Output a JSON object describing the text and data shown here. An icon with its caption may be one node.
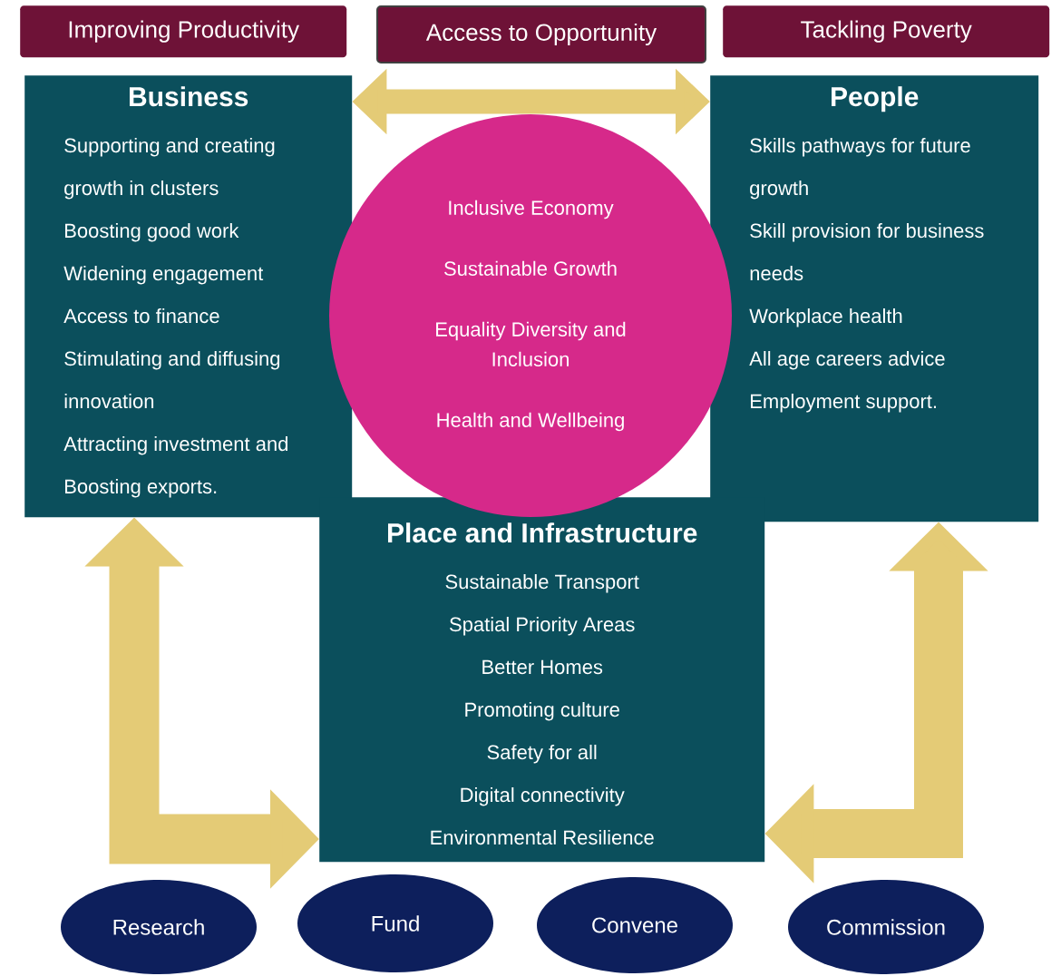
{
  "diagram": {
    "nodes": [
      {
        "text": [
          "Improving Productivity"
        ]
      },
      {
        "text": [
          "Access to Opportunity"
        ]
      },
      {
        "text": [
          "Tackling Poverty"
        ]
      },
      {
        "text": [
          "Business",
          "Supporting and creating growth in clusters",
          "Boosting good work",
          "Widening engagement",
          "Access to finance",
          "Stimulating and diffusing innovation",
          "Attracting investment and Boosting exports."
        ]
      },
      {
        "text": [
          "People",
          "Skills pathways for future growth",
          "Skill provision for business needs",
          "Workplace health",
          "All age careers advice",
          "Employment support."
        ]
      },
      {
        "text": [
          "Inclusive Economy",
          "Sustainable Growth",
          "Equality Diversity and Inclusion",
          "Health and Wellbeing"
        ]
      },
      {
        "text": [
          "Place and Infrastructure",
          "Sustainable Transport",
          "Spatial Priority Areas",
          "Better Homes",
          "Promoting culture",
          "Safety for all",
          "Digital connectivity",
          "Environmental Resilience"
        ]
      },
      {
        "text": [
          "Research"
        ]
      },
      {
        "text": [
          "Fund"
        ]
      },
      {
        "text": [
          "Convene"
        ]
      },
      {
        "text": [
          "Commission"
        ]
      }
    ],
    "edges": [
      {
        "from": 3,
        "to": 4,
        "arrow": "both"
      },
      {
        "from": 3,
        "to": 6,
        "arrow": "both"
      },
      {
        "from": 4,
        "to": 6,
        "arrow": "both"
      }
    ]
  }
}
